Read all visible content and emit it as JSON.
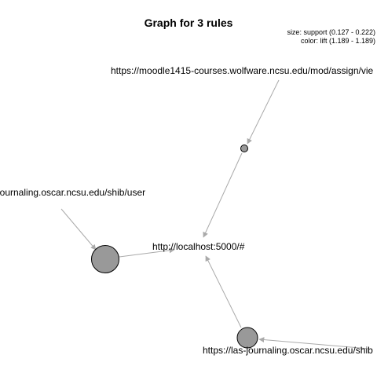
{
  "title": "Graph for 3 rules",
  "legend": {
    "size_line": "size: support (0.127 - 0.222)",
    "color_line": "color: lift (1.189 - 1.189)"
  },
  "items": {
    "moodle": "https://moodle1415-courses.wolfware.ncsu.edu/mod/assign/vie",
    "localhost": "http://localhost:5000/#",
    "journaling_user": "journaling.oscar.ncsu.edu/shib/user",
    "las_shib": "https://las-journaling.oscar.ncsu.edu/shib"
  },
  "rules": [
    {
      "lhs": "moodle",
      "rhs": "localhost",
      "support": 0.127,
      "lift": 1.189
    },
    {
      "lhs": "journaling_user",
      "rhs": "localhost",
      "support": 0.222,
      "lift": 1.189
    },
    {
      "lhs": "las_shib",
      "rhs": "localhost",
      "support": 0.15,
      "lift": 1.189
    }
  ],
  "colors": {
    "node_fill": "#999999",
    "edge": "#aaaaaa"
  }
}
